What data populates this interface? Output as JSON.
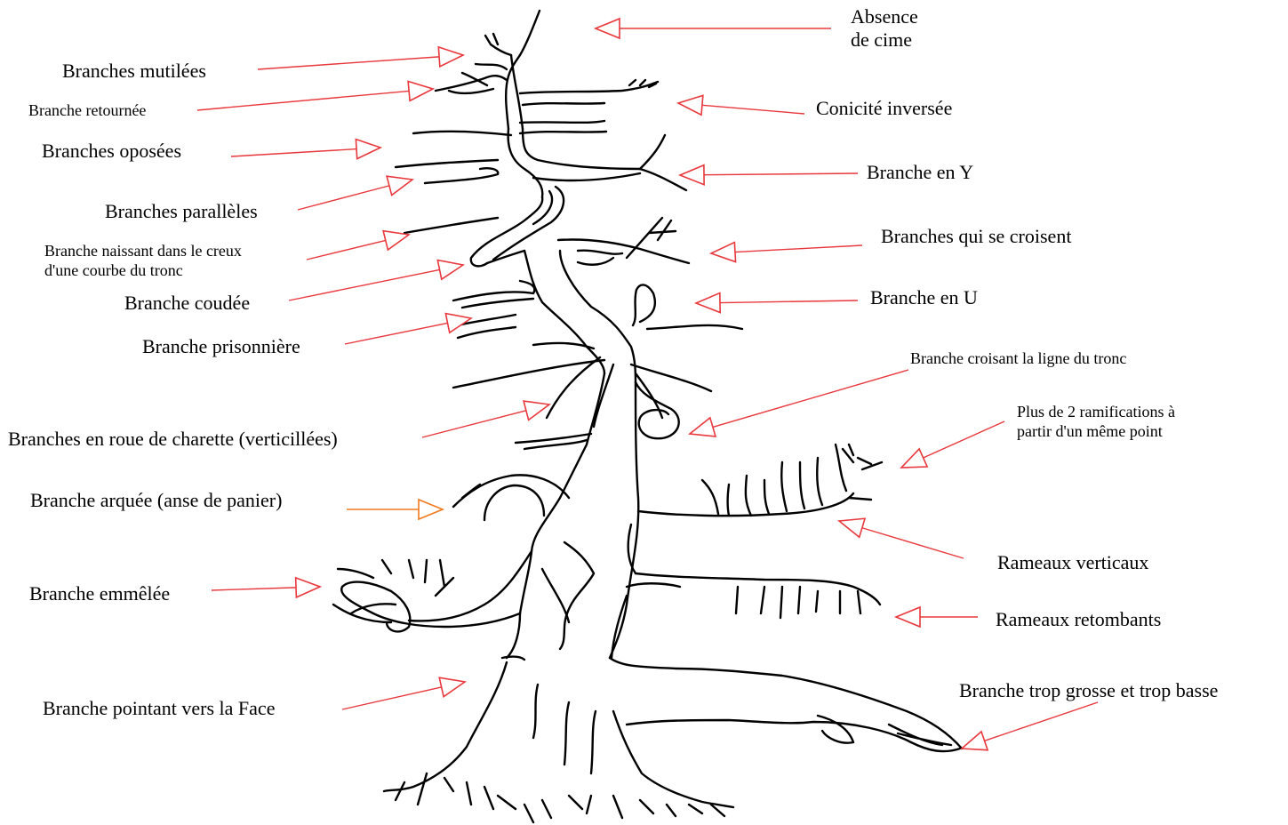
{
  "colors": {
    "arrow": "#e8383d",
    "arrow_orange": "#f07a20",
    "ink": "#000000",
    "background": "#ffffff"
  },
  "labels": {
    "absence_cime_1": "Absence",
    "absence_cime_2": "de cime",
    "branches_mutilees": "Branches mutilées",
    "branche_retournee": "Branche retournée",
    "conicite_inversee": "Conicité inversée",
    "branches_oposees": "Branches oposées",
    "branche_en_y": "Branche en Y",
    "branches_paralleles": "Branches parallèles",
    "branches_qui_se_croisent": "Branches qui se croisent",
    "branche_naissant_1": "Branche naissant dans le creux",
    "branche_naissant_2": "d'une courbe du tronc",
    "branche_coudee": "Branche coudée",
    "branche_en_u": "Branche en U",
    "branche_prisonniere": "Branche prisonnière",
    "branche_croisant": "Branche croisant la ligne du tronc",
    "branches_roue": "Branches en roue de charette (verticillées)",
    "plus_de_2_1": "Plus de 2 ramifications à",
    "plus_de_2_2": "partir d'un même point",
    "branche_arquee": "Branche arquée (anse de panier)",
    "rameaux_verticaux": "Rameaux verticaux",
    "branche_emmelee": "Branche emmêlée",
    "rameaux_retombants": "Rameaux retombants",
    "branche_trop_grosse": "Branche trop grosse et trop basse",
    "branche_pointant": "Branche pointant vers la Face"
  }
}
